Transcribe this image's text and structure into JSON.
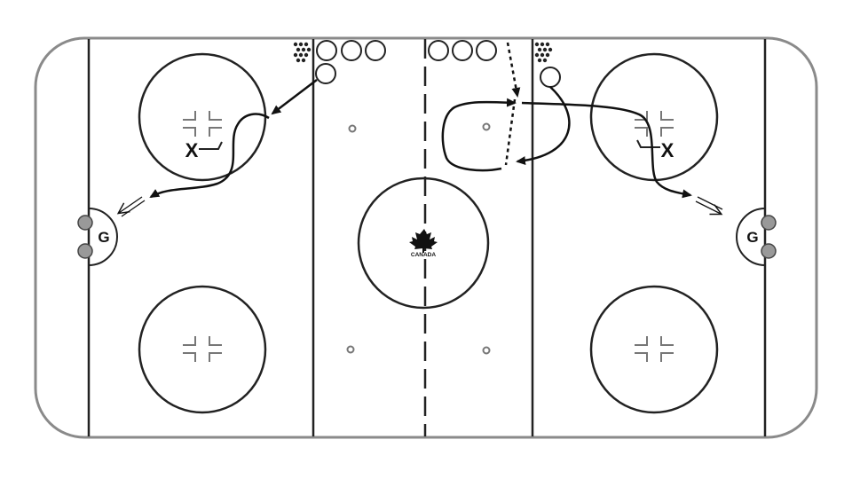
{
  "rink": {
    "board_color": "#8a8a8a",
    "line_color": "#222222",
    "goalie_label": "G",
    "player_marker": "X",
    "logo_text": "CANADA",
    "logo_icon": "maple-leaf-icon"
  },
  "pucks_label": "",
  "players": {
    "left_x": "X",
    "right_x": "X",
    "left_goalie": "G",
    "right_goalie": "G"
  }
}
